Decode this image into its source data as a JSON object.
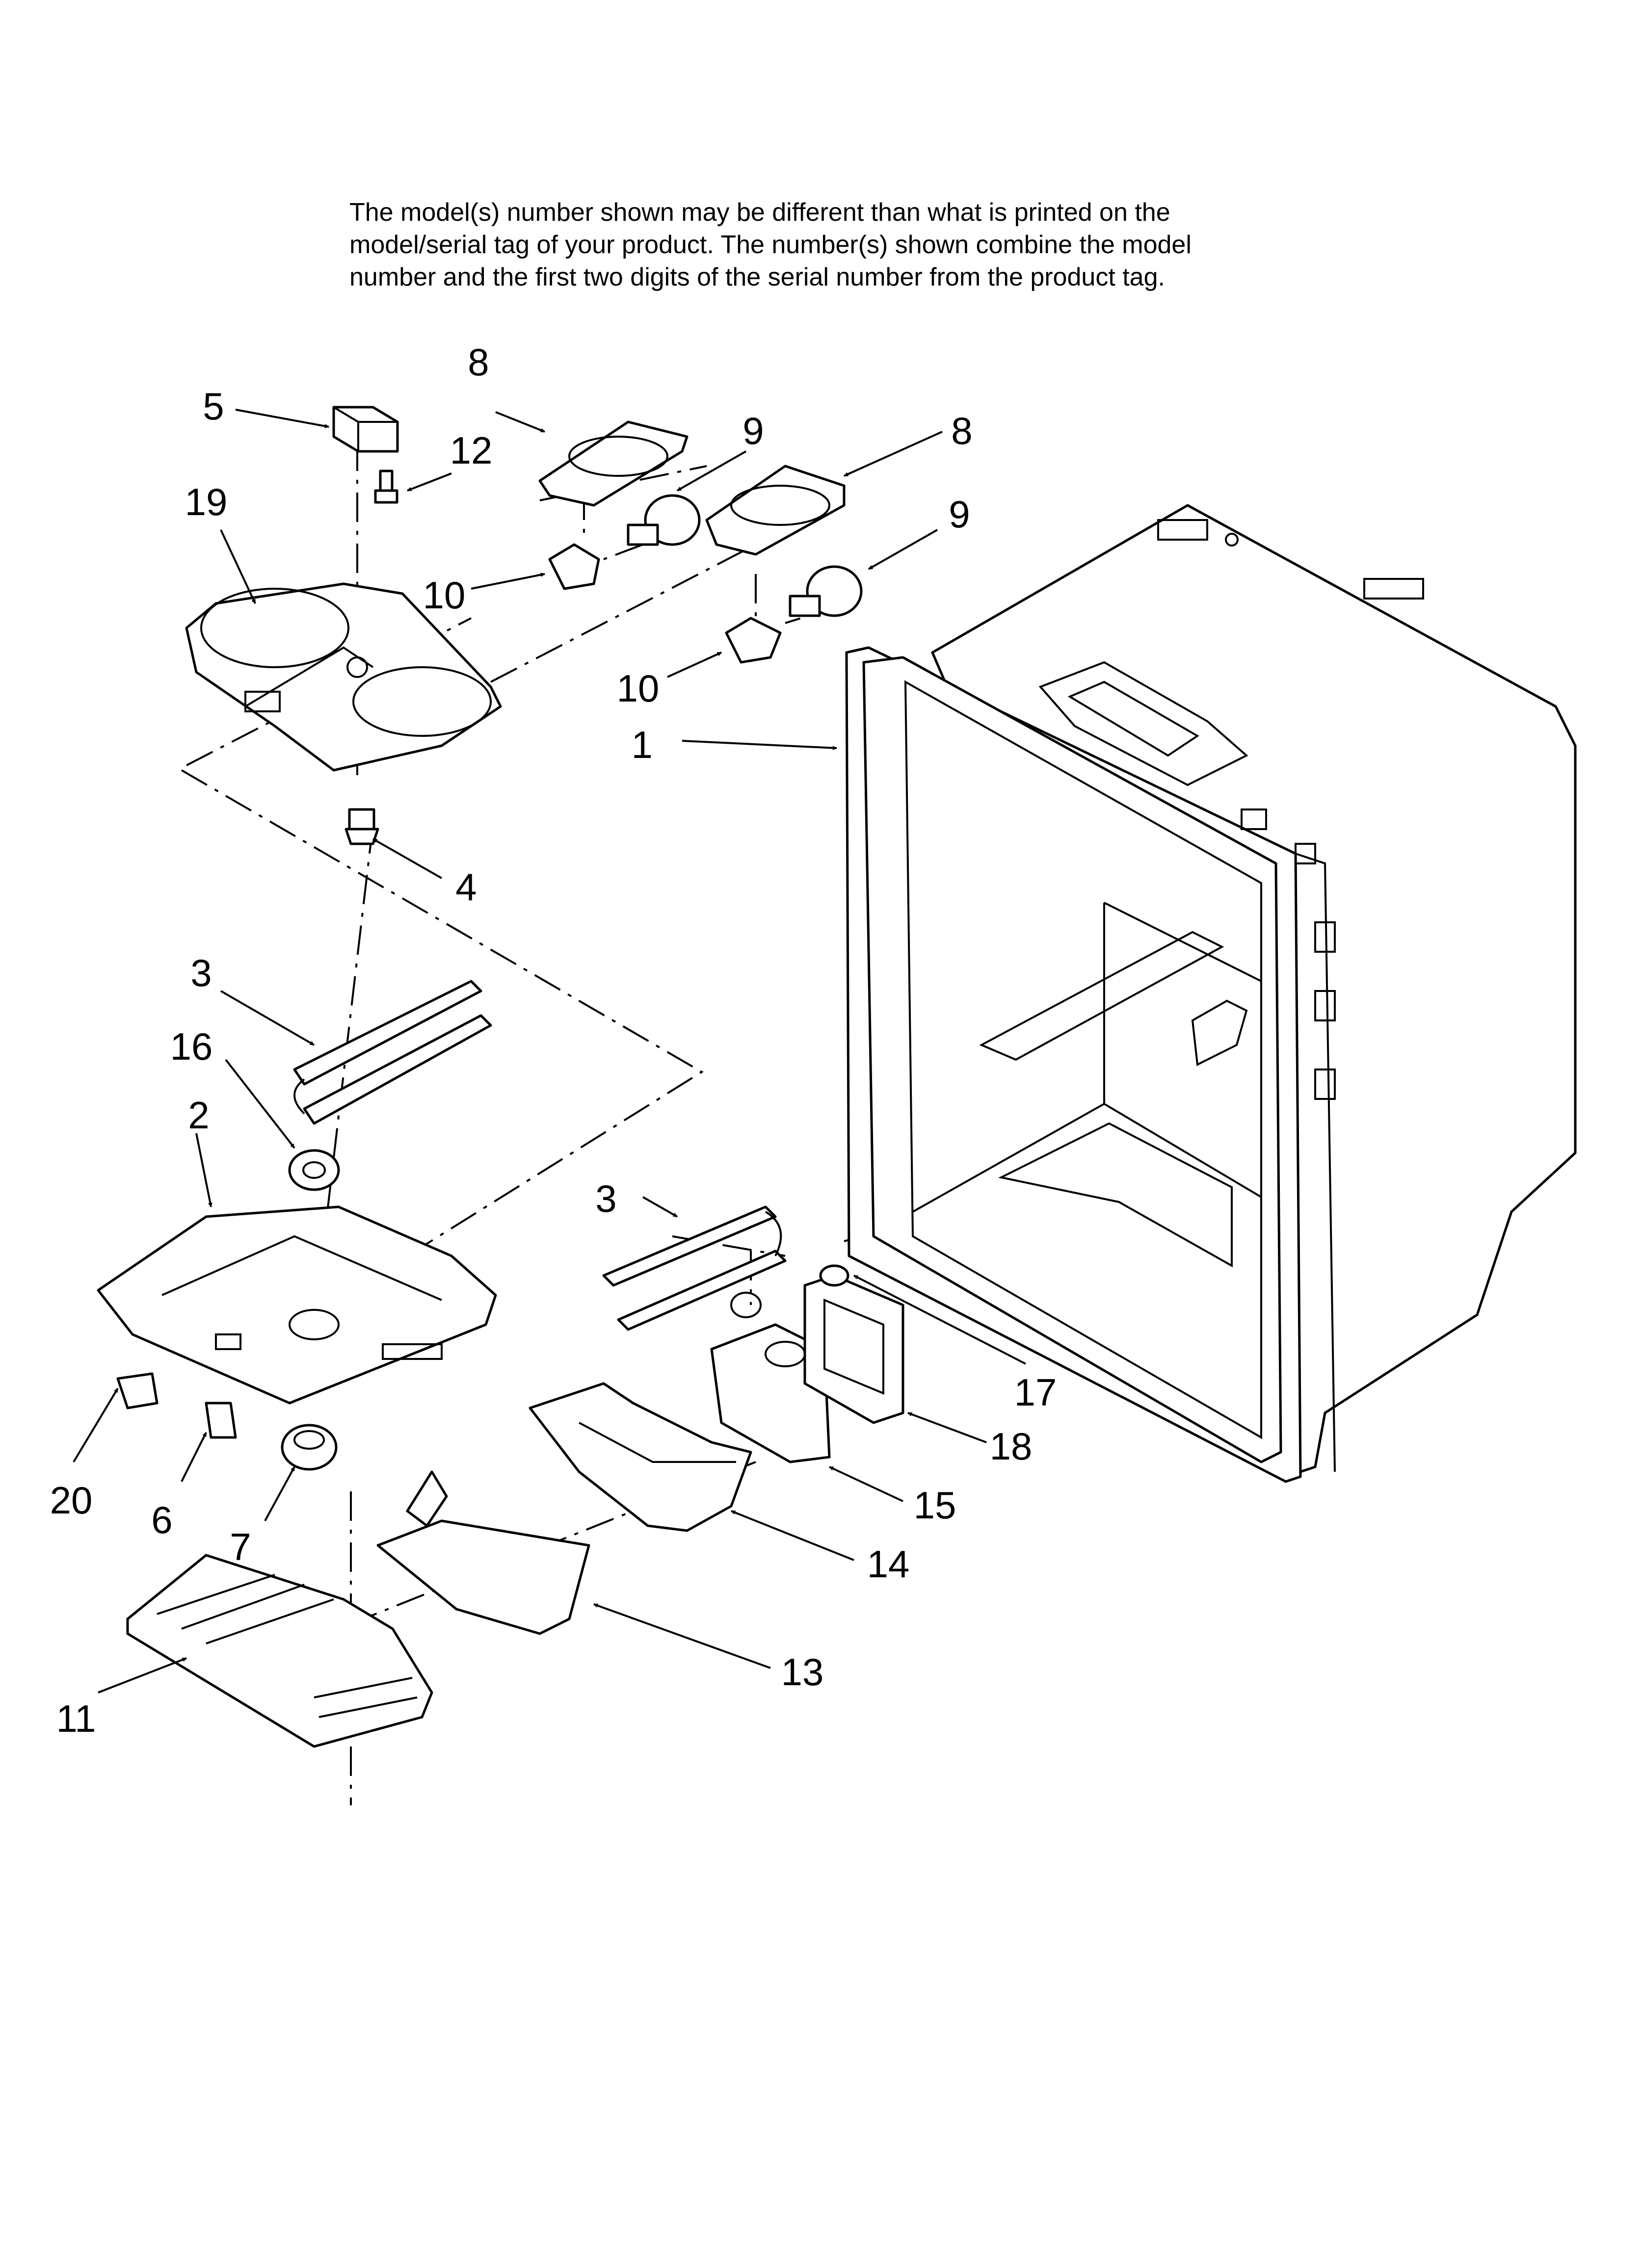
{
  "note": {
    "lines": [
      "The model(s) number shown may be different than what is printed on the",
      "model/serial tag of your product. The number(s) shown combine the model",
      "number and the first two digits of the serial number from the product tag."
    ]
  },
  "callouts": [
    "1",
    "2",
    "3",
    "3",
    "4",
    "5",
    "6",
    "7",
    "8",
    "8",
    "9",
    "9",
    "10",
    "10",
    "11",
    "12",
    "13",
    "14",
    "15",
    "16",
    "17",
    "18",
    "19",
    "20"
  ]
}
